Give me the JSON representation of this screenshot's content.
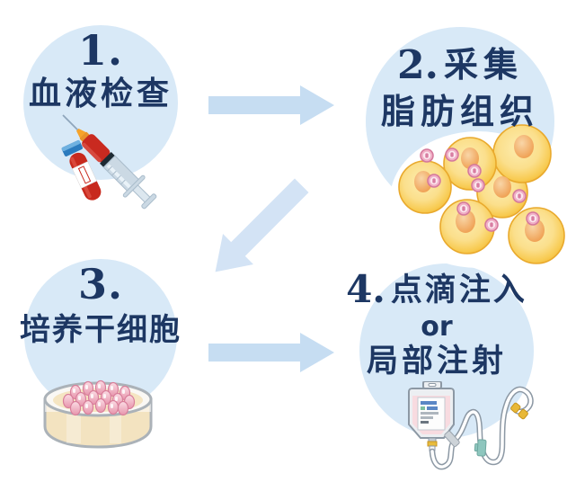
{
  "diagram_title": "stem-cell-therapy-4-step-process",
  "background": "#ffffff",
  "colors": {
    "circle_fill": "#d8e9f7",
    "arrow_fill": "#c6ddf2",
    "diagonal_arrow_fill": "#d3e3f5",
    "text_navy": "#1d3763"
  },
  "steps": [
    {
      "number": "1.",
      "lines": [
        "血液检查"
      ],
      "icon": "syringe-and-blood-tube"
    },
    {
      "number": "2.",
      "lines": [
        "采集",
        "脂肪组织"
      ],
      "icon": "fat-tissue-cells"
    },
    {
      "number": "3.",
      "lines": [
        "培养干细胞"
      ],
      "icon": "petri-dish-with-stem-cells"
    },
    {
      "number": "4.",
      "lines": [
        "点滴注入",
        "or",
        "局部注射"
      ],
      "icon": "iv-drip-bag"
    }
  ],
  "arrows": [
    {
      "from": "step-1",
      "to": "step-2",
      "direction": "right"
    },
    {
      "from": "step-2",
      "to": "step-3",
      "direction": "down-left"
    },
    {
      "from": "step-3",
      "to": "step-4",
      "direction": "right"
    }
  ]
}
